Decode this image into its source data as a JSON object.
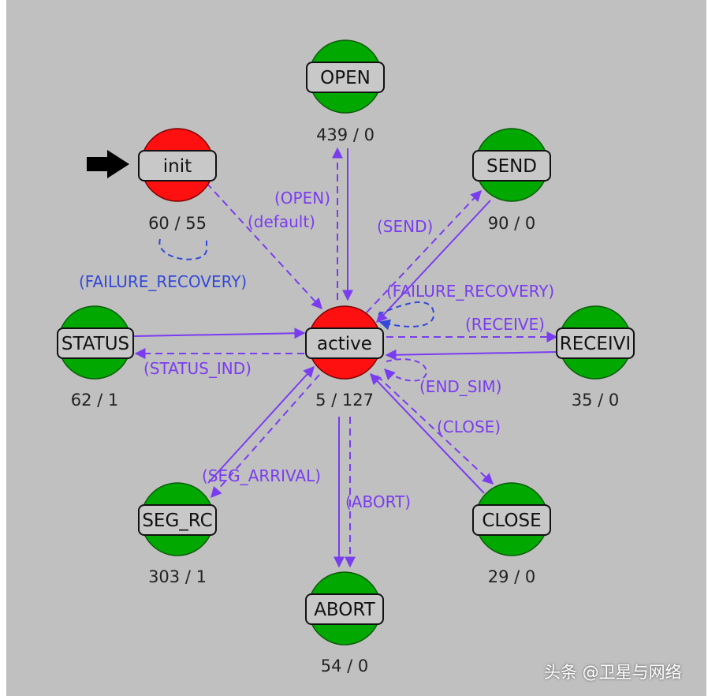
{
  "colors": {
    "background": "#c0c0c0",
    "frame": "#ffffff",
    "forced_state": "#ff1010",
    "unforced_state": "#00a800",
    "label_box": "#c8c8c8",
    "transition": "#7a3cf0",
    "transition_blue": "#3348d8"
  },
  "icons": {
    "initial_marker": "initial-state-arrow-icon"
  },
  "states": {
    "open": {
      "name": "OPEN",
      "counter": "439 / 0"
    },
    "init": {
      "name": "init",
      "counter": "60 / 55"
    },
    "send": {
      "name": "SEND",
      "counter": "90 / 0"
    },
    "status": {
      "name": "STATUS",
      "counter": "62 / 1"
    },
    "active": {
      "name": "active",
      "counter": "5 / 127"
    },
    "receive": {
      "name": "RECEIVI",
      "counter": "35 / 0"
    },
    "seg_rc": {
      "name": "SEG_RC",
      "counter": "303 / 1"
    },
    "close": {
      "name": "CLOSE",
      "counter": "29 / 0"
    },
    "abort": {
      "name": "ABORT",
      "counter": "54 / 0"
    }
  },
  "transitions": {
    "open": "(OPEN)",
    "default": "(default)",
    "send": "(SEND)",
    "failure_recovery_left": "(FAILURE_RECOVERY)",
    "failure_recovery_right": "(FAILURE_RECOVERY)",
    "receive": "(RECEIVE)",
    "status_ind": "(STATUS_IND)",
    "end_sim": "(END_SIM)",
    "close": "(CLOSE)",
    "seg_arrival": "(SEG_ARRIVAL)",
    "abort": "(ABORT)"
  },
  "watermark": "头条 @卫星与网络"
}
